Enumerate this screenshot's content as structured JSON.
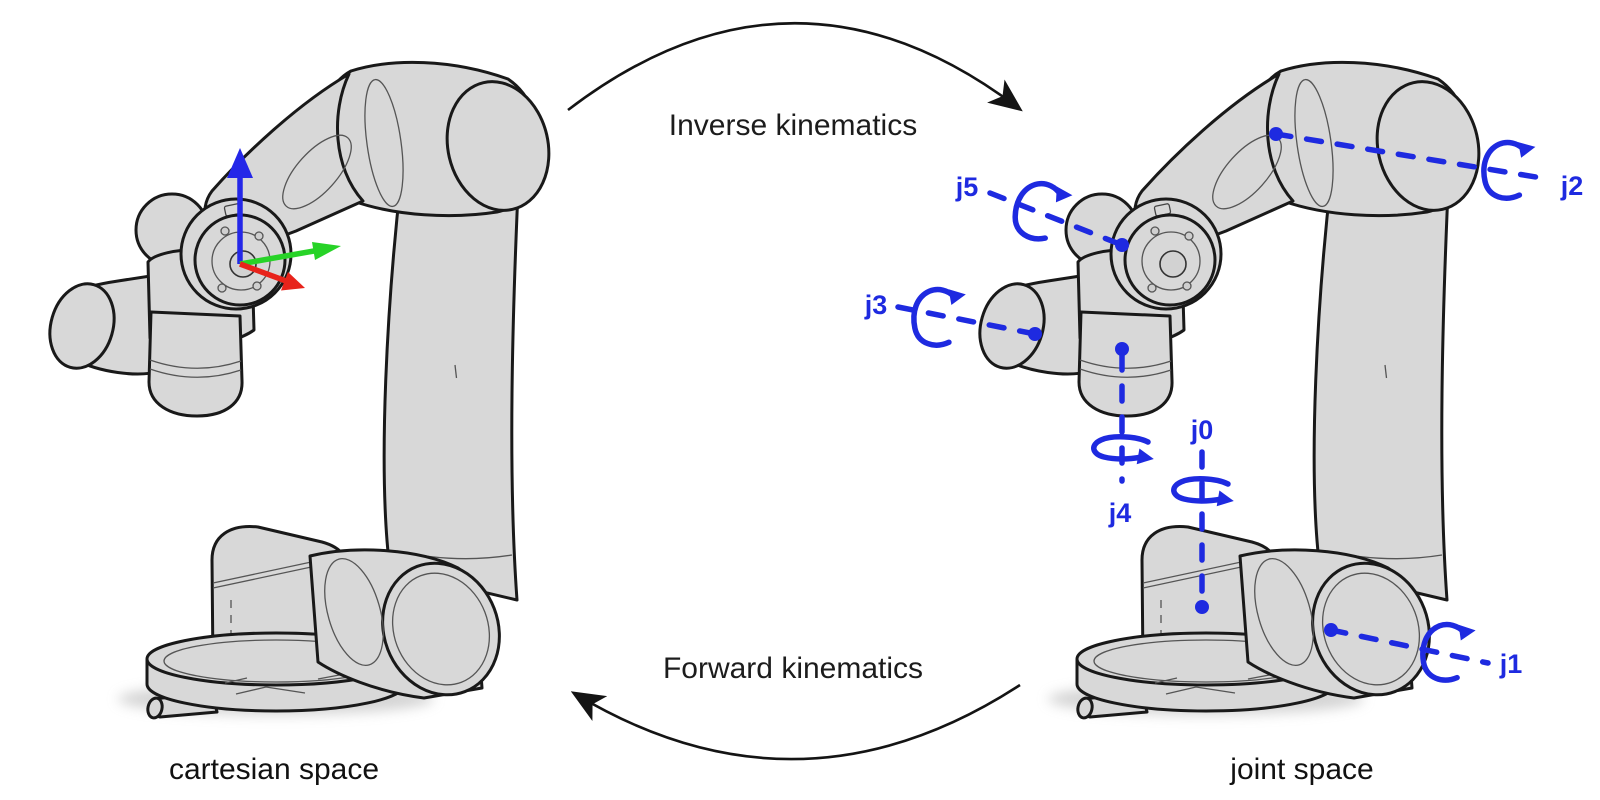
{
  "diagram": {
    "top_arrow_label": "Inverse kinematics",
    "bottom_arrow_label": "Forward kinematics",
    "left_caption": "cartesian space",
    "right_caption": "joint space",
    "joints": [
      {
        "id": "j0",
        "label": "j0"
      },
      {
        "id": "j1",
        "label": "j1"
      },
      {
        "id": "j2",
        "label": "j2"
      },
      {
        "id": "j3",
        "label": "j3"
      },
      {
        "id": "j4",
        "label": "j4"
      },
      {
        "id": "j5",
        "label": "j5"
      }
    ],
    "triad": {
      "x_axis_color": "#e8231b",
      "y_axis_color": "#27d327",
      "z_axis_color": "#2427e8"
    },
    "colors": {
      "annotation_blue": "#1e2ae0",
      "robot_fill": "#d8d8d8",
      "robot_outline": "#191919",
      "arrow_black": "#141414",
      "text_color": "#1c1c1c",
      "background": "#ffffff"
    }
  }
}
